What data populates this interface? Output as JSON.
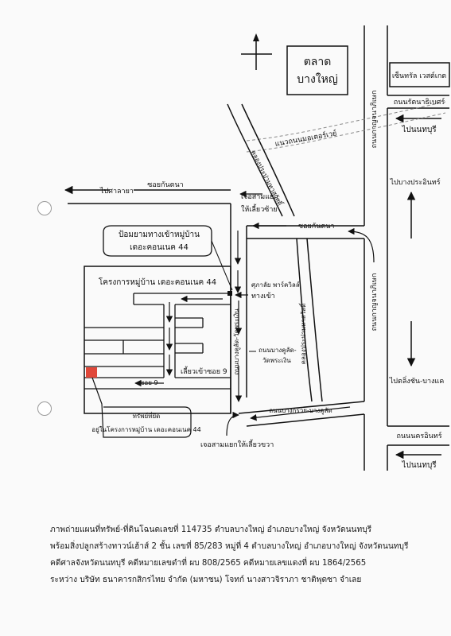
{
  "labels": {
    "market_line1": "ตลาด",
    "market_line2": "บางใหญ่",
    "central_westgate": "เซ็นทรัล เวสต์เกต",
    "rattanathibet_rd": "ถนนรัตนาธิเบศร์",
    "to_nonthaburi_top": "ไปนนทบุรี",
    "to_bang_pra_in": "ไปบางประอินทร์",
    "to_sala_ya": "ไปศาลายา",
    "soi_kantana_top": "ซอยกันตนา",
    "soi_kantana_main": "ซอยกันตนา",
    "junction_left_line1": "เจอสามแยก",
    "junction_left_line2": "ให้เลี้ยวซ้าย",
    "sign_line1": "ป้อมยามทางเข้าหมู่บ้าน",
    "sign_line2": "เดอะคอนเนค 44",
    "project_name": "โครงการหมู่บ้าน เดอะคอนเนค 44",
    "park_label": "ศุภาลัย พาร์ควิลล์",
    "entrance": "ทางเข้า",
    "turn_soi9": "เลี้ยวเข้าซอย 9",
    "soi9": "ซอย 9",
    "property_line1": "ทรัพย์ที่ยึด",
    "property_line2": "อยู่ในโครงการหมู่บ้าน เดอะคอนเนค 44",
    "bang_kruai_rd": "ถนนบางกรวย-บางคูลัด",
    "bangkhulat_watphrangoen": "ถนนบางคูลัด-วัดพระเงิน",
    "bangkhulat_watphrangoen_line1": "ถนนบางคูลัด-",
    "bangkhulat_watphrangoen_line2": "วัดพระเงิน",
    "khlong_prapa": "คลองประปามหาสวัสดิ์",
    "kanchanaphisek_top": "ถนนกาญจนาภิเษก",
    "kanchanaphisek_mid": "ถนนกาญจนาภิเษก",
    "to_taling_chan": "ไปตลิ่งชัน-บางแค",
    "nakhon_in_rd": "ถนนนครอินทร์",
    "to_nonthaburi_bottom": "ไปนนทบุรี",
    "junction_right": "เจอสามแยกให้เลี้ยวขวา",
    "purple_line": "แนวถนนมอเตอร์เวย์"
  },
  "caption": {
    "line1": "ภาพถ่ายแผนที่ทรัพย์-ที่ดินโฉนดเลขที่ 114735 ตำบลบางใหญ่ อำเภอบางใหญ่ จังหวัดนนทบุรี",
    "line2": "พร้อมสิ่งปลูกสร้างทาวน์เฮ้าส์ 2 ชั้น เลขที่ 85/283 หมู่ที่ 4 ตำบลบางใหญ่ อำเภอบางใหญ่ จังหวัดนนทบุรี",
    "line3": "คดีศาลจังหวัดนนทบุรี  คดีหมายเลขดำที่ ผบ 808/2565 คดีหมายเลขแดงที่ ผบ 1864/2565",
    "line4": "ระหว่าง บริษัท ธนาคารกสิกรไทย จำกัด (มหาชน) โจทก์ นางสาวจิราภา ชาติพุดซา จำเลย"
  },
  "colors": {
    "ink": "#111111",
    "property_marker": "#e0483a",
    "rail_line": "#8a8a8a"
  }
}
